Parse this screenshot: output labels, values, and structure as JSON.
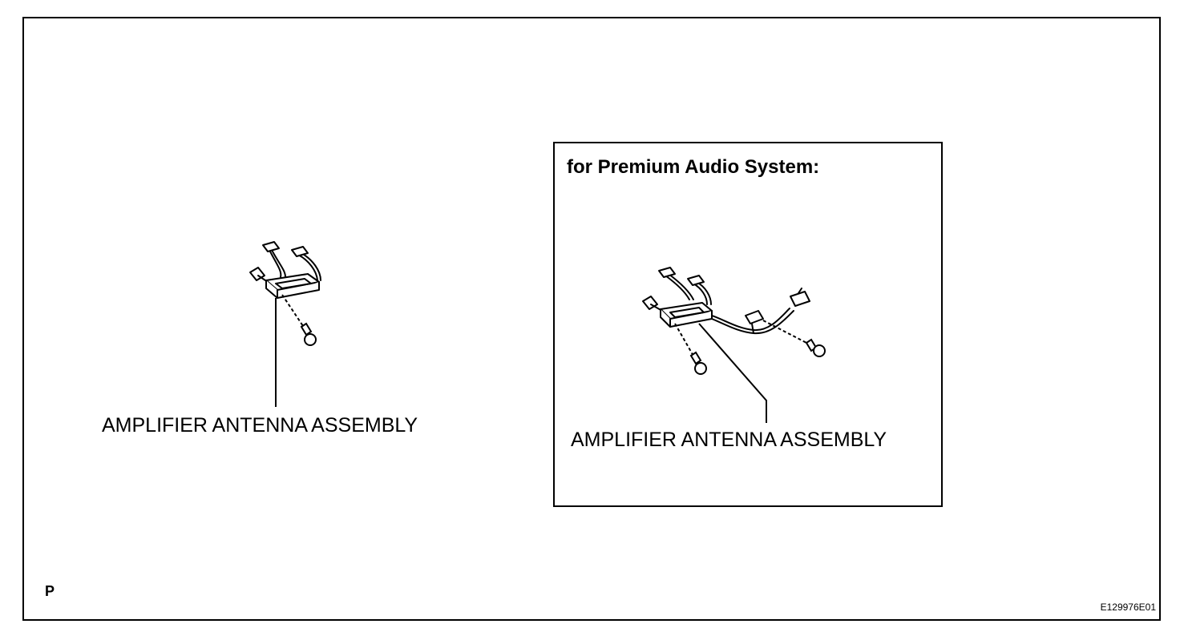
{
  "diagram": {
    "premium_heading": "for Premium Audio System:",
    "left_part_label": "AMPLIFIER ANTENNA ASSEMBLY",
    "right_part_label": "AMPLIFIER ANTENNA ASSEMBLY",
    "view_letter": "P",
    "figure_id": "E129976E01"
  }
}
